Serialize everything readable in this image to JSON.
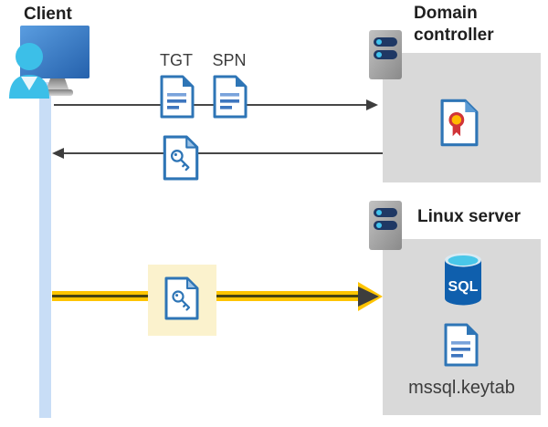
{
  "client": {
    "label": "Client"
  },
  "domain_controller": {
    "label": "Domain controller"
  },
  "linux_server": {
    "label": "Linux server",
    "sql_label": "SQL",
    "keytab_label": "mssql.keytab"
  },
  "requests": {
    "tgt_label": "TGT",
    "spn_label": "SPN"
  },
  "icons": {
    "client": "client-workstation-icon",
    "server": "server-icon",
    "document": "document-icon",
    "key_document": "key-document-icon",
    "certificate_document": "certificate-document-icon",
    "sql_database": "sql-database-icon"
  },
  "colors": {
    "box_background": "#d9d9d9",
    "timeline": "#c8ddf6",
    "arrow": "#474747",
    "arrow_highlight_yellow": "#ffc400",
    "key_highlight_background": "#fbf2cd",
    "document_blue": "#2e75b6",
    "sql_blue": "#0f5fad"
  }
}
